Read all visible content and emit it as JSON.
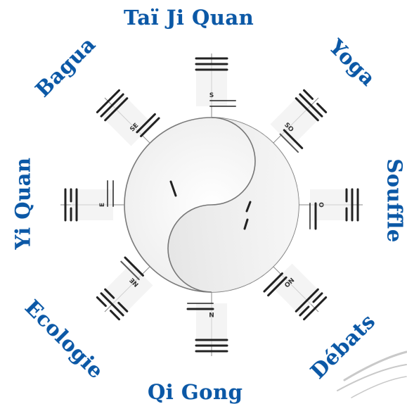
{
  "nav": {
    "top": "Taï Ji Quan",
    "top_right": "Yoga",
    "right": "Souffle",
    "bottom_right": "Débats",
    "bottom": "Qi Gong",
    "bottom_left": "Ecologie",
    "left": "Yi Quan",
    "top_left": "Bagua"
  },
  "compass": {
    "s": "S",
    "so": "SO",
    "o": "O",
    "no": "NO",
    "n": "N",
    "ne": "NE",
    "e": "E",
    "se": "SE"
  },
  "colors": {
    "label": "#0b58a6",
    "line": "#222222"
  }
}
